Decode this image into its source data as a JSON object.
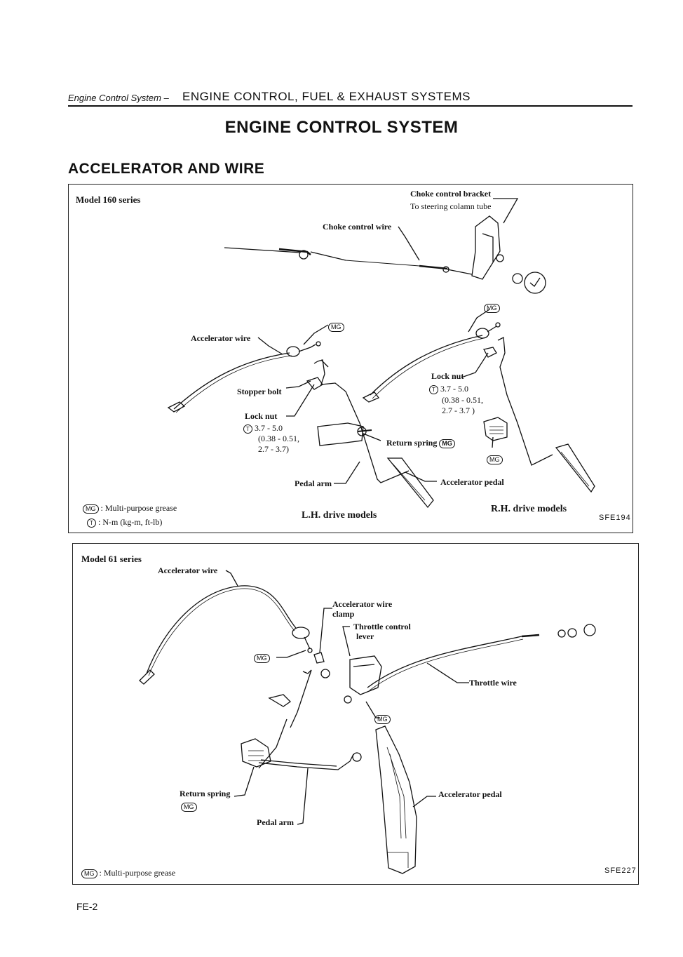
{
  "header": {
    "section_italic": "Engine Control System –",
    "section_main": "ENGINE CONTROL, FUEL & EXHAUST SYSTEMS"
  },
  "title": "ENGINE CONTROL SYSTEM",
  "subtitle": "ACCELERATOR AND WIRE",
  "panel1": {
    "model": "Model 160 series",
    "choke_bracket": "Choke control bracket",
    "choke_bracket_note": "To steering colamn tube",
    "choke_wire": "Choke control wire",
    "accel_wire": "Accelerator wire",
    "mg": "MG",
    "stopper_bolt": "Stopper bolt",
    "lock_nut_lh": "Lock nut",
    "torque_lh_1": "3.7 - 5.0",
    "torque_lh_2": "(0.38 - 0.51,",
    "torque_lh_3": "2.7 - 3.7)",
    "lock_nut_rh": "Lock nut",
    "torque_rh_1": "3.7 - 5.0",
    "torque_rh_2": "(0.38 - 0.51,",
    "torque_rh_3": "2.7 - 3.7 )",
    "return_spring": "Return spring",
    "pedal_arm": "Pedal arm",
    "accel_pedal": "Accelerator pedal",
    "legend_mg": ": Multi-purpose grease",
    "legend_torque": ": N-m (kg-m, ft-lb)",
    "torque_symbol": "T",
    "lh_caption": "L.H. drive models",
    "rh_caption": "R.H. drive models",
    "code": "SFE194"
  },
  "panel2": {
    "model": "Model 61 series",
    "accel_wire": "Accelerator wire",
    "wire_clamp_1": "Accelerator wire",
    "wire_clamp_2": "clamp",
    "throttle_lever_1": "Throttle control",
    "throttle_lever_2": "lever",
    "throttle_wire": "Throttle wire",
    "mg": "MG",
    "return_spring": "Return spring",
    "pedal_arm": "Pedal arm",
    "accel_pedal": "Accelerator pedal",
    "legend_mg": ": Multi-purpose grease",
    "code": "SFE227"
  },
  "page_number": "FE-2"
}
